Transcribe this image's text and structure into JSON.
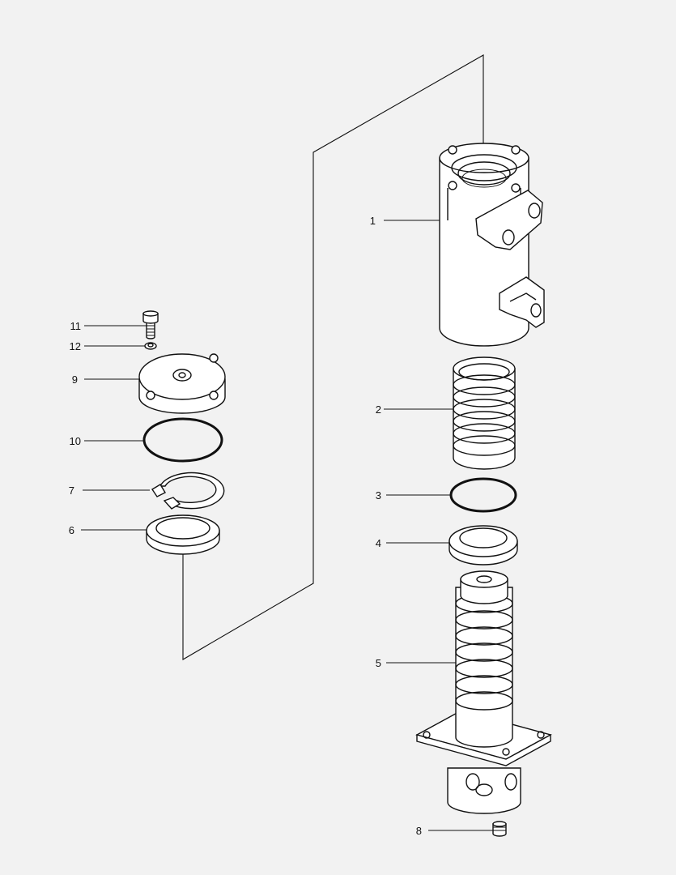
{
  "callouts": [
    {
      "num": "1",
      "part": "swivel-body"
    },
    {
      "num": "2",
      "part": "seal-stack"
    },
    {
      "num": "3",
      "part": "o-ring"
    },
    {
      "num": "4",
      "part": "thrust-washer"
    },
    {
      "num": "5",
      "part": "rotor-shaft"
    },
    {
      "num": "6",
      "part": "spacer-ring"
    },
    {
      "num": "7",
      "part": "snap-ring"
    },
    {
      "num": "8",
      "part": "plug"
    },
    {
      "num": "9",
      "part": "cover"
    },
    {
      "num": "10",
      "part": "cover-o-ring"
    },
    {
      "num": "11",
      "part": "bolt"
    },
    {
      "num": "12",
      "part": "washer"
    }
  ],
  "colors": {
    "background": "#f2f2f2",
    "line": "#111111",
    "part_fill": "#ffffff"
  }
}
